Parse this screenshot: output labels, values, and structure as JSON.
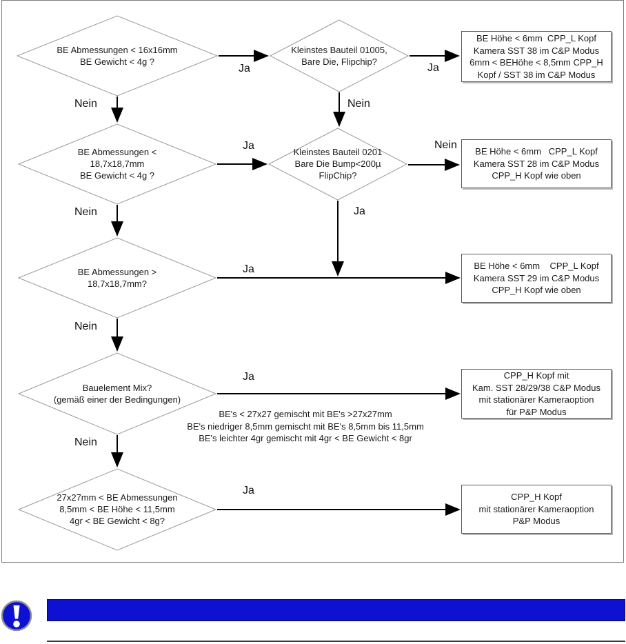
{
  "flowchart": {
    "decisions": [
      {
        "text": "BE Abmessungen < 16x16mm\nBE Gewicht < 4g ?"
      },
      {
        "text": "Kleinstes Bauteil 01005,\nBare Die, Flipchip?"
      },
      {
        "text": "BE Abmessungen <\n18,7x18,7mm\nBE Gewicht < 4g ?"
      },
      {
        "text": "Kleinstes Bauteil 0201\nBare Die Bump<200µ\nFlipChip?"
      },
      {
        "text": "BE Abmessungen >\n18,7x18,7mm?"
      },
      {
        "text": "Bauelement Mix?\n(gemäß einer der Bedingungen)"
      },
      {
        "text": "27x27mm < BE Abmessungen\n8,5mm < BE Höhe < 11,5mm\n4gr < BE Gewicht < 8g?"
      }
    ],
    "results": [
      {
        "text": "BE Höhe < 6mm  CPP_L Kopf\nKamera SST 38 im C&P Modus\n6mm < BEHöhe < 8,5mm CPP_H\nKopf / SST 38 im C&P Modus"
      },
      {
        "text": "BE Höhe < 6mm   CPP_L Kopf\nKamera SST 28 im C&P Modus\nCPP_H Kopf wie oben"
      },
      {
        "text": "BE Höhe < 6mm    CPP_L Kopf\nKamera SST 29 im C&P Modus\nCPP_H Kopf wie oben"
      },
      {
        "text": "CPP_H Kopf mit\nKam. SST 28/29/38 C&P Modus\nmit stationärer Kameraoption\nfür P&P Modus"
      },
      {
        "text": "CPP_H Kopf\nmit stationärer Kameraoption\nP&P Modus"
      }
    ],
    "edge_labels": {
      "d1_ja": "Ja",
      "d1_nein": "Nein",
      "d2_ja": "Ja",
      "d2_nein": "Nein",
      "d3_ja": "Ja",
      "d3_nein": "Nein",
      "d4_ja": "Ja",
      "d4_nein": "Nein",
      "d5_ja": "Ja",
      "d5_nein": "Nein",
      "d6_ja": "Ja",
      "d6_nein": "Nein",
      "d7_ja": "Ja"
    },
    "mix_conditions": "BE's < 27x27 gemischt mit BE's >27x27mm\nBE's niedriger 8,5mm gemischt mit BE's 8,5mm bis 11,5mm\nBE's leichter 4gr gemischt mit 4gr < BE Gewicht < 8gr"
  },
  "note": {
    "bar_color": "#0e10d2",
    "icon_color": "#0e10d2",
    "icon": "exclamation-icon"
  }
}
